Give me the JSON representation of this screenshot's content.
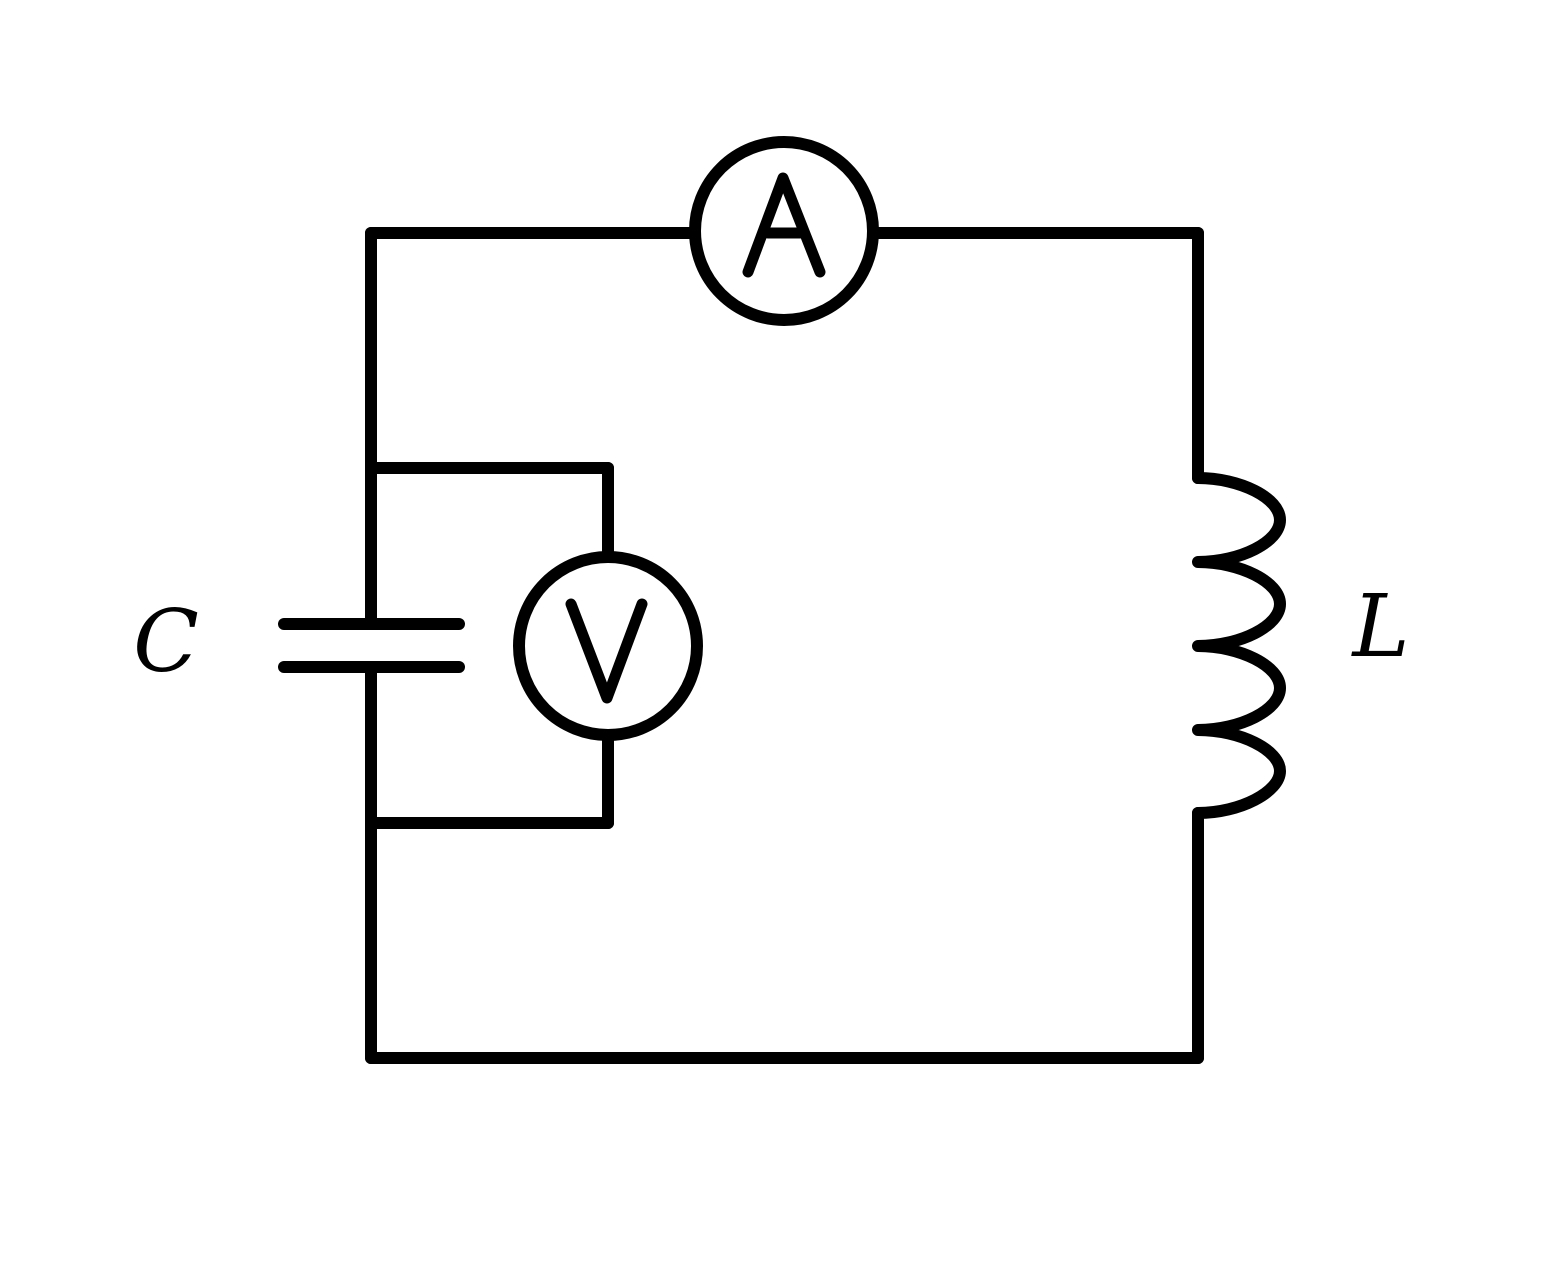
{
  "components": {
    "capacitor": {
      "label": "C"
    },
    "inductor": {
      "label": "L"
    },
    "ammeter": {
      "symbol": "A"
    },
    "voltmeter": {
      "symbol": "V"
    }
  },
  "colors": {
    "stroke": "#000000",
    "background": "#ffffff"
  }
}
